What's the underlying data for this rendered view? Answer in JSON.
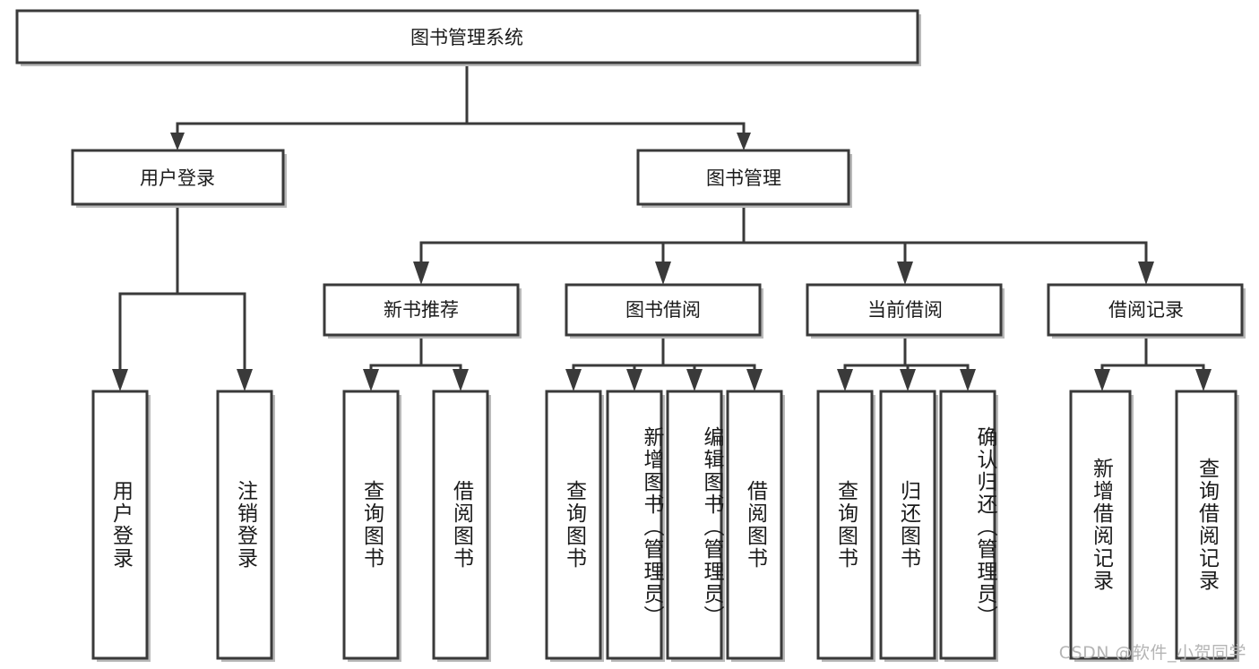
{
  "diagram": {
    "type": "hierarchy-tree",
    "title": "图书管理系统",
    "watermark": "CSDN @软件_小贺同学",
    "colors": {
      "box_stroke": "#3a3a3a",
      "box_fill": "#ffffff",
      "connector": "#3a3a3a",
      "text": "#1b1b1b",
      "watermark": "#b5b5b5"
    },
    "root": {
      "label": "图书管理系统"
    },
    "level1": [
      {
        "label": "用户登录"
      },
      {
        "label": "图书管理"
      }
    ],
    "level2": [
      {
        "label": "新书推荐"
      },
      {
        "label": "图书借阅"
      },
      {
        "label": "当前借阅"
      },
      {
        "label": "借阅记录"
      }
    ],
    "leaves": {
      "user_login": [
        {
          "label": "用户登录"
        },
        {
          "label": "注销登录"
        }
      ],
      "new_book_recommend": [
        {
          "label": "查询图书"
        },
        {
          "label": "借阅图书"
        }
      ],
      "book_borrow": [
        {
          "label": "查询图书"
        },
        {
          "label": "新增图书（管理员）"
        },
        {
          "label": "编辑图书（管理员）"
        },
        {
          "label": "借阅图书"
        }
      ],
      "current_borrow": [
        {
          "label": "查询图书"
        },
        {
          "label": "归还图书"
        },
        {
          "label": "确认归还（管理员）"
        }
      ],
      "borrow_records": [
        {
          "label": "新增借阅记录"
        },
        {
          "label": "查询借阅记录"
        }
      ]
    }
  }
}
